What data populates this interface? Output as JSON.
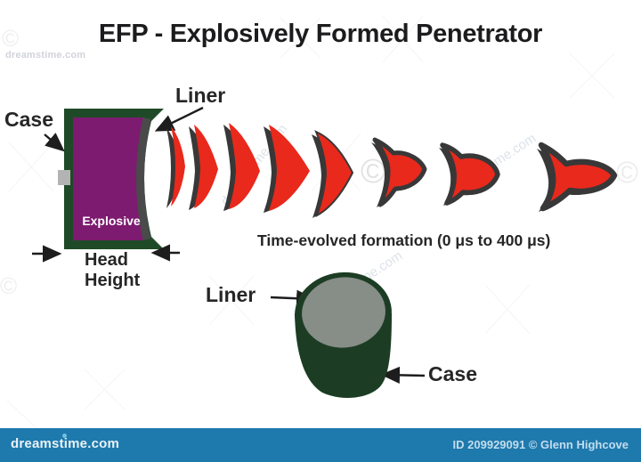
{
  "title": "EFP - Explosively Formed Penetrator",
  "watermark": {
    "site_small": "dreamstime.com",
    "diagonal_text": "dreamstime.com",
    "copyright_glyph": "©"
  },
  "device": {
    "case_label": "Case",
    "liner_label": "Liner",
    "explosive_label": "Explosive",
    "head_height_line1": "Head",
    "head_height_line2": "Height"
  },
  "sequence": {
    "caption": "Time-evolved formation (0 μs to 400 μs)",
    "stage_count": 8
  },
  "cylinder": {
    "liner_label": "Liner",
    "case_label": "Case"
  },
  "footer": {
    "brand": "dreamstime.com",
    "credit": "ID 209929091 © Glenn Highcove"
  },
  "colors": {
    "case_green": "#1f4a28",
    "cylinder_green": "#1c3d24",
    "explosive_purple": "#7d1b70",
    "liner_gray": "#4a4a4a",
    "detonator_gray": "#b3b3b3",
    "projectile_red": "#e8291c",
    "projectile_outline": "#383838",
    "arrow_black": "#1d1d1d",
    "footer_blue": "#1e79ad",
    "cylinder_top_gray": "#878d87"
  }
}
